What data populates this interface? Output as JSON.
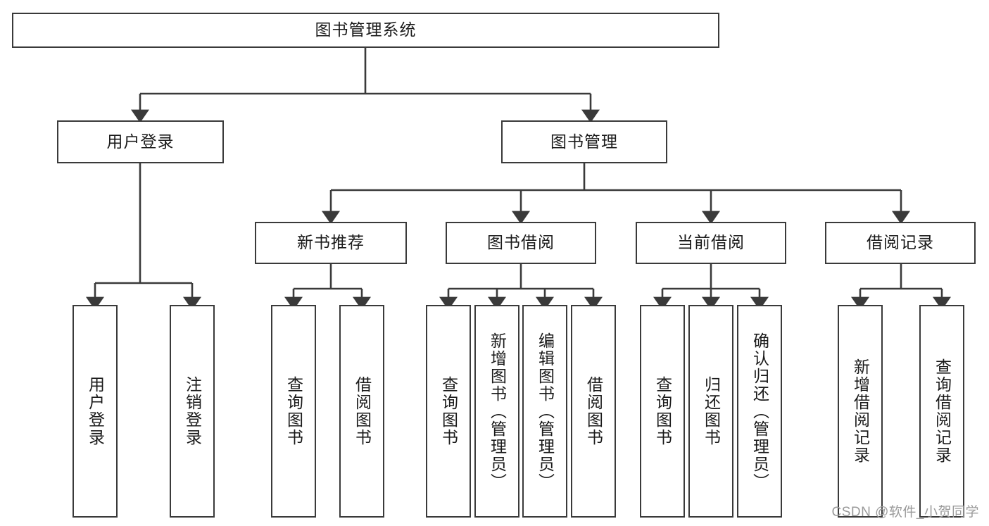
{
  "diagram": {
    "title": "图书管理系统",
    "type": "tree-hierarchy",
    "stroke_color": "#3a3a3a",
    "background_color": "#ffffff",
    "text_color": "#1a1a1a",
    "root": {
      "label": "图书管理系统"
    },
    "level2": [
      {
        "label": "用户登录"
      },
      {
        "label": "图书管理"
      }
    ],
    "level3": [
      {
        "label": "新书推荐"
      },
      {
        "label": "图书借阅"
      },
      {
        "label": "当前借阅"
      },
      {
        "label": "借阅记录"
      }
    ],
    "leaves": {
      "user_login": [
        {
          "label": "用户登录"
        },
        {
          "label": "注销登录"
        }
      ],
      "new_book": [
        {
          "label": "查询图书"
        },
        {
          "label": "借阅图书"
        }
      ],
      "borrow_book": [
        {
          "label": "查询图书"
        },
        {
          "label": "新增图书（管理员）"
        },
        {
          "label": "编辑图书（管理员）"
        },
        {
          "label": "借阅图书"
        }
      ],
      "current_borrow": [
        {
          "label": "查询图书"
        },
        {
          "label": "归还图书"
        },
        {
          "label": "确认归还（管理员）"
        }
      ],
      "borrow_record": [
        {
          "label": "新增借阅记录"
        },
        {
          "label": "查询借阅记录"
        }
      ]
    }
  },
  "watermark": {
    "text": "CSDN @软件_小贺同学"
  }
}
